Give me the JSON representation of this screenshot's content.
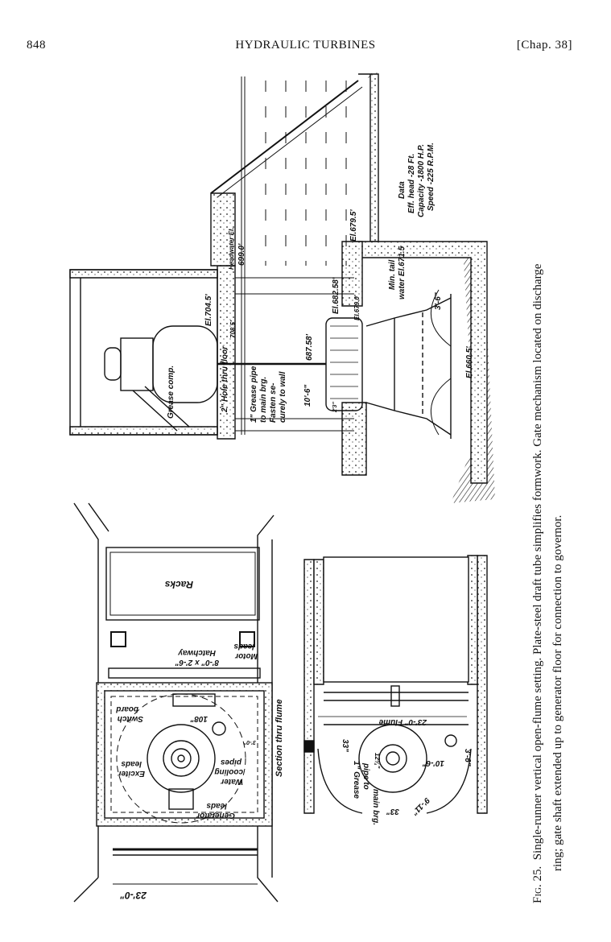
{
  "header": {
    "page_number": "848",
    "running_title": "HYDRAULIC TURBINES",
    "chapter": "[Chap. 38]"
  },
  "figure": {
    "section_labels": {
      "grease_comp": "Grease comp.",
      "el_704": "El.704.5'",
      "el_708": "708.5'",
      "hole": "2\" Hole thru floor",
      "grease_pipe_1": "1\" Grease pipe",
      "grease_pipe_2": "to main brg.",
      "grease_pipe_3": "Fasten se-",
      "grease_pipe_4": "curely to wall",
      "el_687": "687.58'",
      "dim_10_6": "10'-6\"",
      "headwater_1": "Headwater El.",
      "headwater_2": "699.0'",
      "el_682": "El.682.58'",
      "el_679_0": "El.679.0'",
      "el_679_5": "El.679.5'",
      "tail_1": "Min. tail",
      "tail_2": "water El.671.5",
      "dim_3_6": "3'-6\"",
      "el_660": "El.660.5'",
      "dim_small": "2'3\"",
      "data_title": "Data",
      "data_head": "Eff. head -28 Ft.",
      "data_capacity": "Capacity -1800 H.P.",
      "data_speed": "Speed -225 R.P.M."
    },
    "plan_labels": {
      "racks": "Racks",
      "hatchway_1": "Hatchway",
      "hatchway_2": "8'-0\" x 2'-6\"",
      "motor_1": "Motor",
      "motor_2": "leads",
      "switch_1": "Switch",
      "switch_2": "board",
      "dim_108": "108\"",
      "water_1": "Water",
      "water_2": "cooling",
      "water_3": "pipes",
      "dim_3_0": "3'-0\"",
      "exciter_1": "Exciter",
      "exciter_2": "leads",
      "generator_1": "Generator",
      "generator_2": "leads",
      "dim_23": "23'-0\""
    },
    "section_thru_flume": "Section thru flume",
    "flume_labels": {
      "flume": "23'-0\" Flume",
      "dim_33a": "33\"",
      "dim_12": "12¾\"",
      "dim_10_6": "10'-6\"",
      "dim_3_6": "3'-6\"",
      "grease_1": "1\" Grease",
      "grease_2": "pipe to",
      "grease_3": "main brg.",
      "dim_9_11": "9'-11\"",
      "dim_33b": "33\""
    }
  },
  "caption": {
    "fig_label": "Fig. 25.",
    "line1": "Single-runner vertical open-flume setting.  Plate-steel draft tube simplifies formwork.  Gate mechanism located on discharge",
    "line2": "ring; gate shaft extended up to generator floor for connection to governor."
  }
}
